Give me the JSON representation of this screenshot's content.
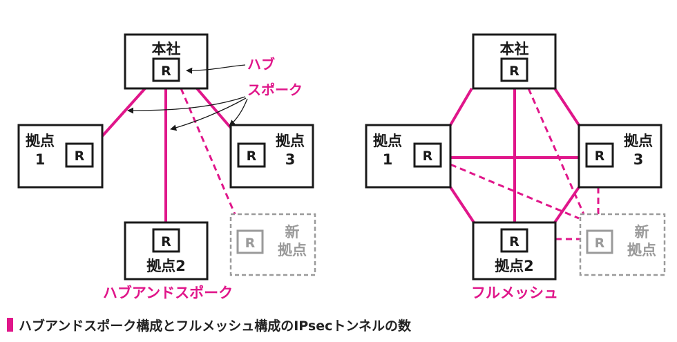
{
  "colors": {
    "accent": "#e0168a",
    "line": "#1a1a1a",
    "ghost": "#9a9a9a"
  },
  "router_label": "R",
  "hq_label": "本社",
  "site1": [
    "拠点",
    "1"
  ],
  "site2": "拠点2",
  "site3": [
    "拠点",
    "3"
  ],
  "new_site": [
    "新",
    "拠点"
  ],
  "annotations": {
    "hub": "ハブ",
    "spoke": "スポーク"
  },
  "left_title": "ハブアンドスポーク",
  "right_title": "フルメッシュ",
  "caption": "ハブアンドスポーク構成とフルメッシュ構成のIPsecトンネルの数"
}
